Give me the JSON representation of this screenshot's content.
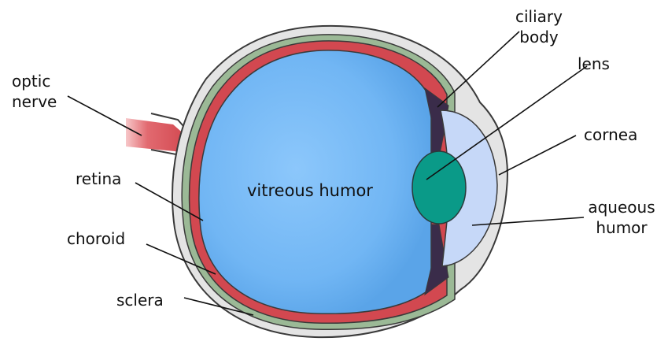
{
  "labels": {
    "optic_nerve": [
      "optic",
      "nerve"
    ],
    "retina": "retina",
    "choroid": "choroid",
    "sclera": "sclera",
    "vitreous_humor": "vitreous humor",
    "ciliary_body": [
      "ciliary",
      "body"
    ],
    "lens": "lens",
    "cornea": "cornea",
    "aqueous_humor": [
      "aqueous",
      "humor"
    ]
  },
  "colors": {
    "sclera": "#e4e4e4",
    "choroid": "#9bb996",
    "retina": "#d24850",
    "vitreous_humor": "#6eb4f2",
    "ciliary_body": "#3a2c4a",
    "lens": "#0a9a88",
    "aqueous_humor": "#c6d8f8",
    "optic_nerve": "#d8535a",
    "outline": "#3a3a3a"
  }
}
